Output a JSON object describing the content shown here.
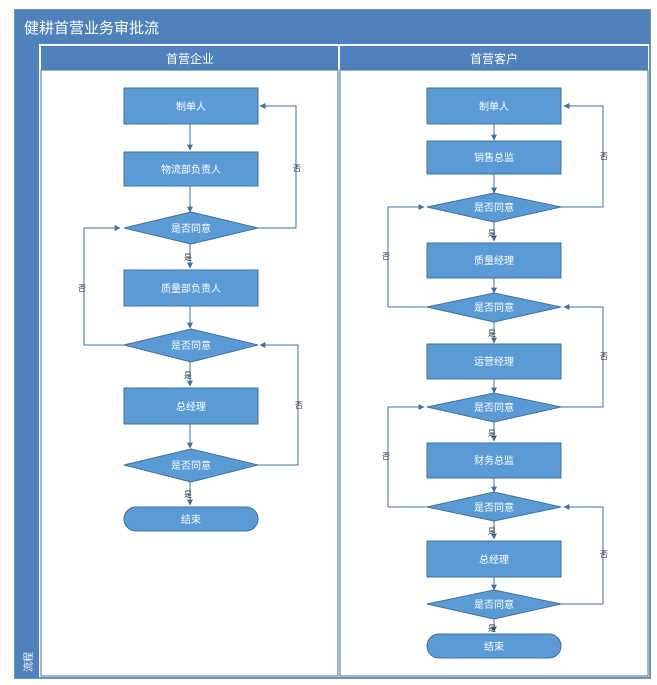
{
  "title": "健耕首营业务审批流",
  "side_label": "流程",
  "colors": {
    "header": "#4f81bd",
    "lane_header": "#4f81bd",
    "node_fill": "#5b9bd5",
    "node_stroke": "#41719c",
    "border": "#41719c",
    "line": "#41719c",
    "label_text": "#333333"
  },
  "lanes": [
    {
      "name": "首营企业",
      "nodes": {
        "n1": "制单人",
        "n2": "物流部负责人",
        "d1": "是否同意",
        "n3": "质量部负责人",
        "d2": "是否同意",
        "n4": "总经理",
        "d3": "是否同意",
        "end": "结束"
      }
    },
    {
      "name": "首营客户",
      "nodes": {
        "n1": "制单人",
        "n2": "销售总监",
        "d1": "是否同意",
        "n3": "质量经理",
        "d2": "是否同意",
        "n4": "运营经理",
        "d3": "是否同意",
        "n5": "财务总监",
        "d4": "是否同意",
        "n6": "总经理",
        "d5": "是否同意",
        "end": "结束"
      }
    }
  ],
  "edge_labels": {
    "yes": "是",
    "no": "否"
  }
}
